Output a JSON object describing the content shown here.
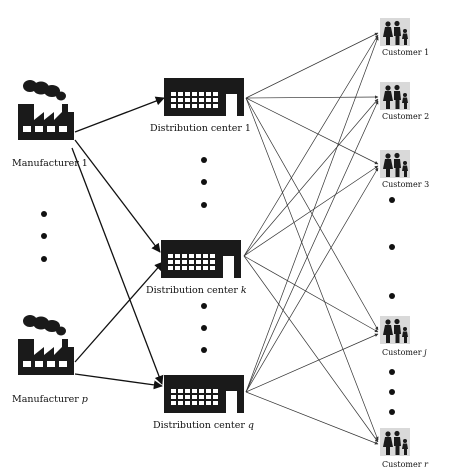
{
  "manufacturers": [
    {
      "label": "Manufacturer ",
      "index": "1"
    },
    {
      "label": "Manufacturer ",
      "index": "p"
    }
  ],
  "distribution_centers": [
    {
      "label": "Distribution center ",
      "index": "1"
    },
    {
      "label": "Distribution center ",
      "index": "k"
    },
    {
      "label": "Distribution center ",
      "index": "q"
    }
  ],
  "customers": [
    {
      "label": "Customer ",
      "index": "1"
    },
    {
      "label": "Customer ",
      "index": "2"
    },
    {
      "label": "Customer ",
      "index": "3"
    },
    {
      "label": "Customer ",
      "index": "j"
    },
    {
      "label": "Customer ",
      "index": "r"
    }
  ],
  "icons": {
    "manufacturer": "factory-icon",
    "distribution_center": "warehouse-icon",
    "customer": "family-icon"
  },
  "colors": {
    "icon": "#1a1a1a",
    "edge": "#222222",
    "customer_bg": "#d9d9d9"
  }
}
